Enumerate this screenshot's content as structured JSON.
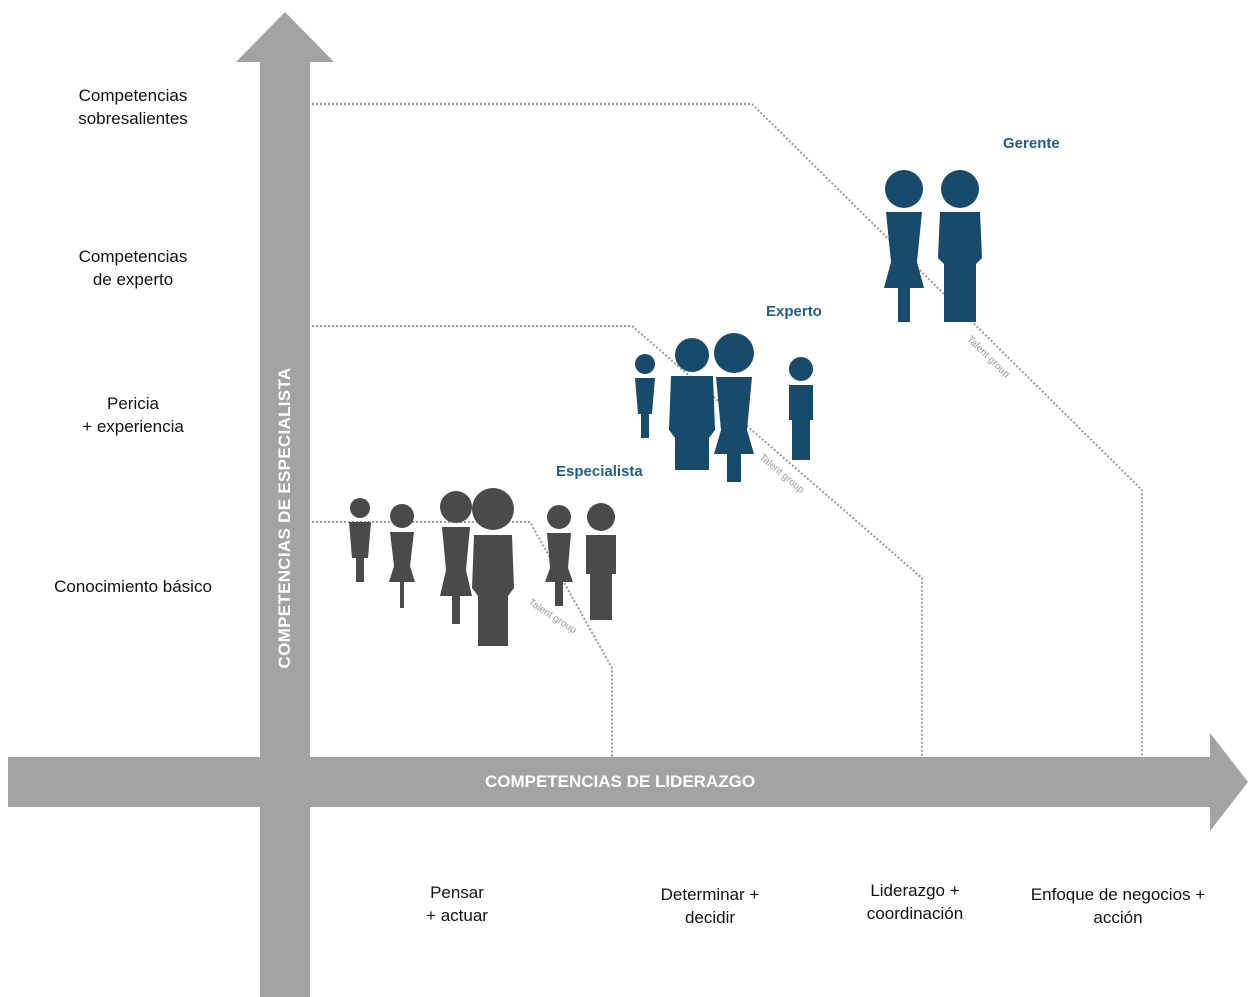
{
  "colors": {
    "axis": "#a3a3a3",
    "dark": "#4a4a4a",
    "blue": "#174a6b",
    "label_blue": "#1e5f8a",
    "dotted": "#9a9a9a"
  },
  "y_axis": {
    "title": "COMPETENCIAS DE ESPECIALISTA",
    "levels": [
      "Competencias\nsobresalientes",
      "Competencias\nde experto",
      "Pericia\n+ experiencia",
      "Conocimiento básico"
    ]
  },
  "x_axis": {
    "title": "COMPETENCIAS DE LIDERAZGO",
    "levels": [
      "Pensar\n+ actuar",
      "Determinar +\ndecidir",
      "Liderazgo +\ncoordinación",
      "Enfoque de negocios +\nacción"
    ]
  },
  "groups": [
    {
      "label": "Especialista",
      "caption": "Talent group"
    },
    {
      "label": "Experto",
      "caption": "Talent group"
    },
    {
      "label": "Gerente",
      "caption": "Talent group"
    }
  ]
}
